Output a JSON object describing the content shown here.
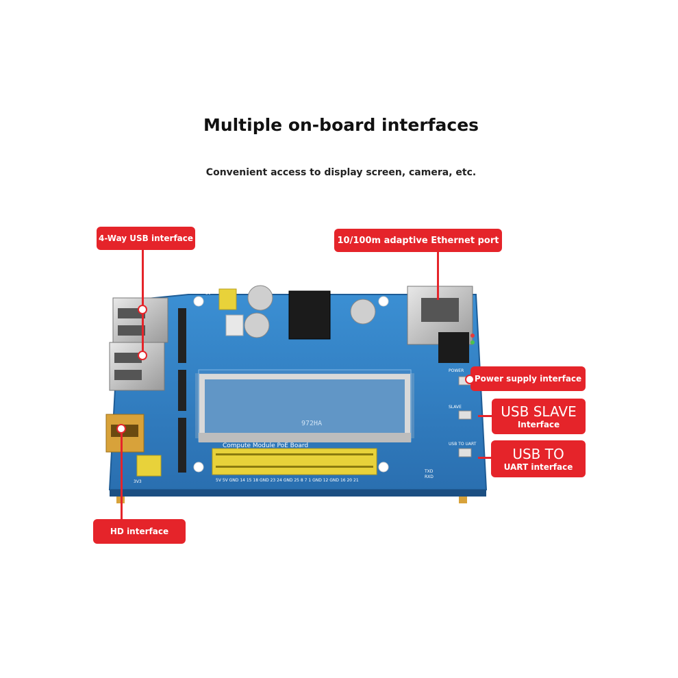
{
  "header": {
    "title": "Multiple on-board interfaces",
    "subtitle": "Convenient access to display screen, camera, etc."
  },
  "labels": {
    "usb4": "4-Way USB interface",
    "ethernet": "10/100m adaptive Ethernet port",
    "power": "Power supply interface",
    "usb_slave_line1": "USB SLAVE",
    "usb_slave_line2": "Interface",
    "usb_uart_line1": "USB TO",
    "usb_uart_line2": "UART interface",
    "hd": "HD interface"
  },
  "board": {
    "silkscreen_module": "972HA",
    "silkscreen_title": "Compute Module PoE Board",
    "silkscreen_pins": "5V 5V GND 14 15 18 GND 23 24 GND 25 8 7 1 GND 12 GND 16 20 21",
    "silkscreen_usb_uart": "USB TO UART",
    "silkscreen_slave": "SLAVE",
    "silkscreen_power": "POWER",
    "silkscreen_txd": "TXD",
    "silkscreen_rxd": "RXD",
    "silkscreen_5v": "5V",
    "silkscreen_3v3": "3V3"
  },
  "colors": {
    "accent_red": "#e5242a",
    "pcb_blue": "#2f7fc4",
    "header_yellow": "#e8d23a"
  }
}
